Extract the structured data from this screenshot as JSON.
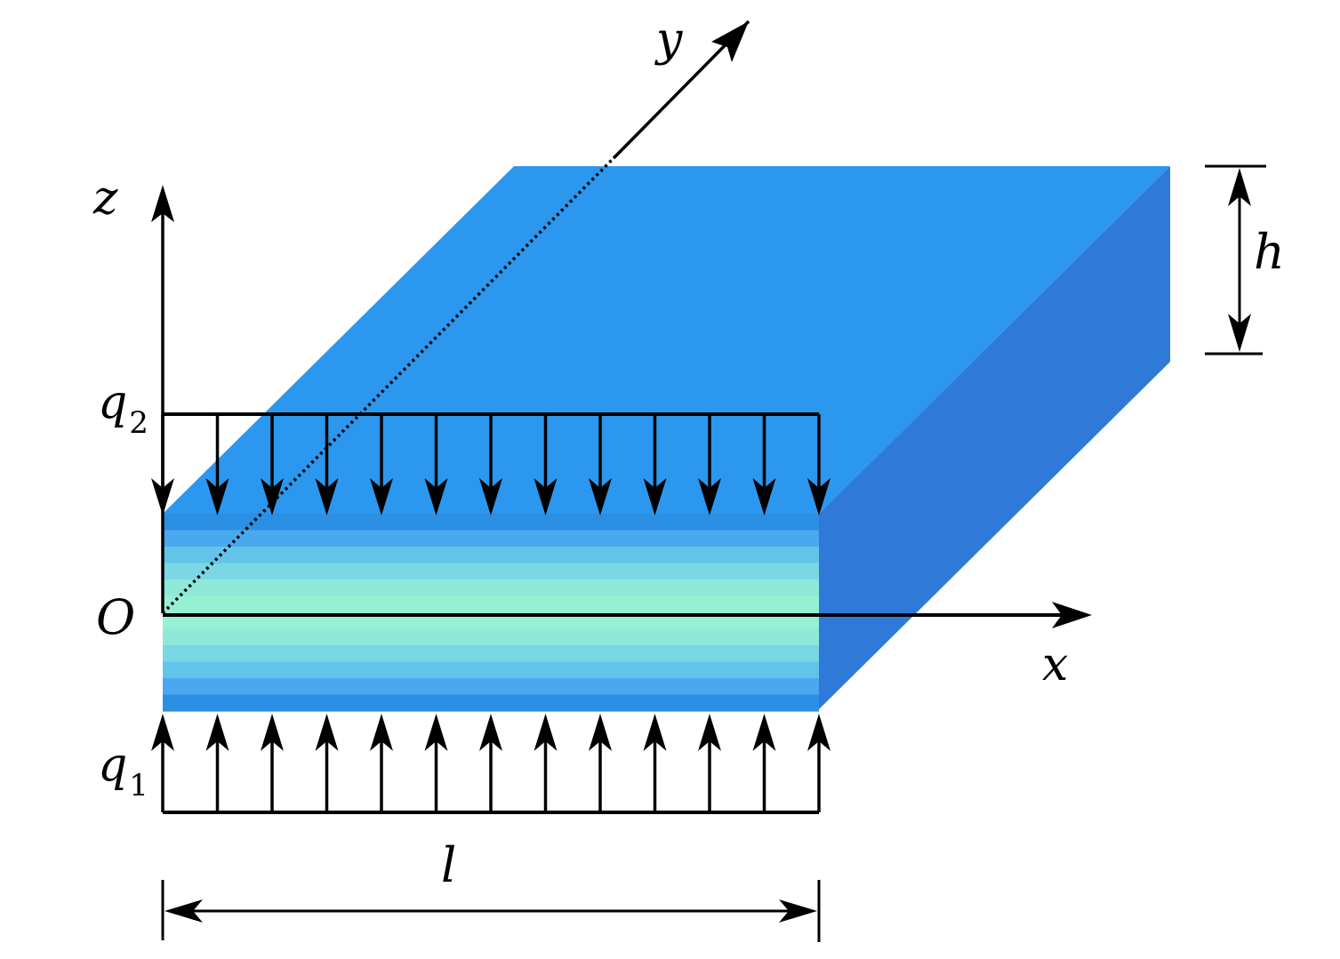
{
  "labels": {
    "x_axis": "x",
    "y_axis": "y",
    "z_axis": "z",
    "origin": "O",
    "thickness": "h",
    "length": "l",
    "top_load": {
      "symbol": "q",
      "subscript": "2"
    },
    "bottom_load": {
      "symbol": "q",
      "subscript": "1"
    }
  },
  "colors": {
    "top_face": "#2b97ee",
    "side_face": "#2f7ad9",
    "front_outer": "#3aa2ef",
    "front_core": "#8fedd6",
    "arrows": "#000000"
  },
  "front_face_bands": [
    "#2b8fe3",
    "#4aa8ee",
    "#63c4ea",
    "#7ad7e3",
    "#8ee9d8",
    "#96f0d4",
    "#96f0d4",
    "#8ee9d8",
    "#7ad7e3",
    "#63c4ea",
    "#4aa8ee",
    "#2b8fe3"
  ],
  "load_arrow_count": 13
}
